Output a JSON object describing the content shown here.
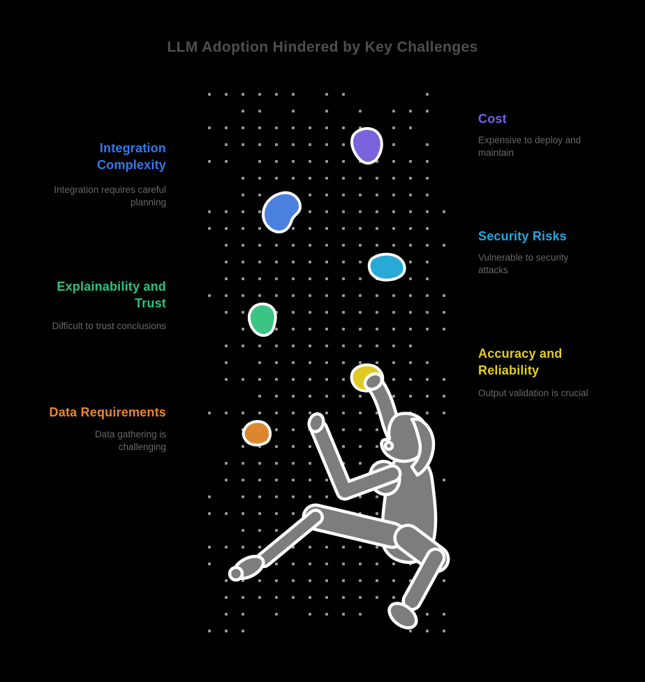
{
  "title": "LLM Adoption Hindered by Key Challenges",
  "colors": {
    "background": "#000000",
    "title_text": "#4f4f4f",
    "description_text": "#686868",
    "dot": "#969696",
    "climber": "#7d7d7d",
    "outline": "#ffffff"
  },
  "challenges": [
    {
      "name": "Cost",
      "description": "Expensive to deploy and maintain",
      "color": "#7c5ee8",
      "hold_color": "#7a63dd",
      "side": "right"
    },
    {
      "name": "Integration Complexity",
      "description": "Integration requires careful planning",
      "color": "#3379e8",
      "hold_color": "#4a80e0",
      "side": "left"
    },
    {
      "name": "Security Risks",
      "description": "Vulnerable to security attacks",
      "color": "#1da7e0",
      "hold_color": "#29a9d6",
      "side": "right"
    },
    {
      "name": "Explainability and Trust",
      "description": "Difficult to trust conclusions",
      "color": "#2dc282",
      "hold_color": "#3bc483",
      "side": "left"
    },
    {
      "name": "Accuracy and Reliability",
      "description": "Output validation is crucial",
      "color": "#e4ce1c",
      "hold_color": "#e0cb22",
      "side": "right"
    },
    {
      "name": "Data Requirements",
      "description": "Data gathering is challenging",
      "color": "#e8872b",
      "hold_color": "#dd8630",
      "side": "left"
    }
  ]
}
